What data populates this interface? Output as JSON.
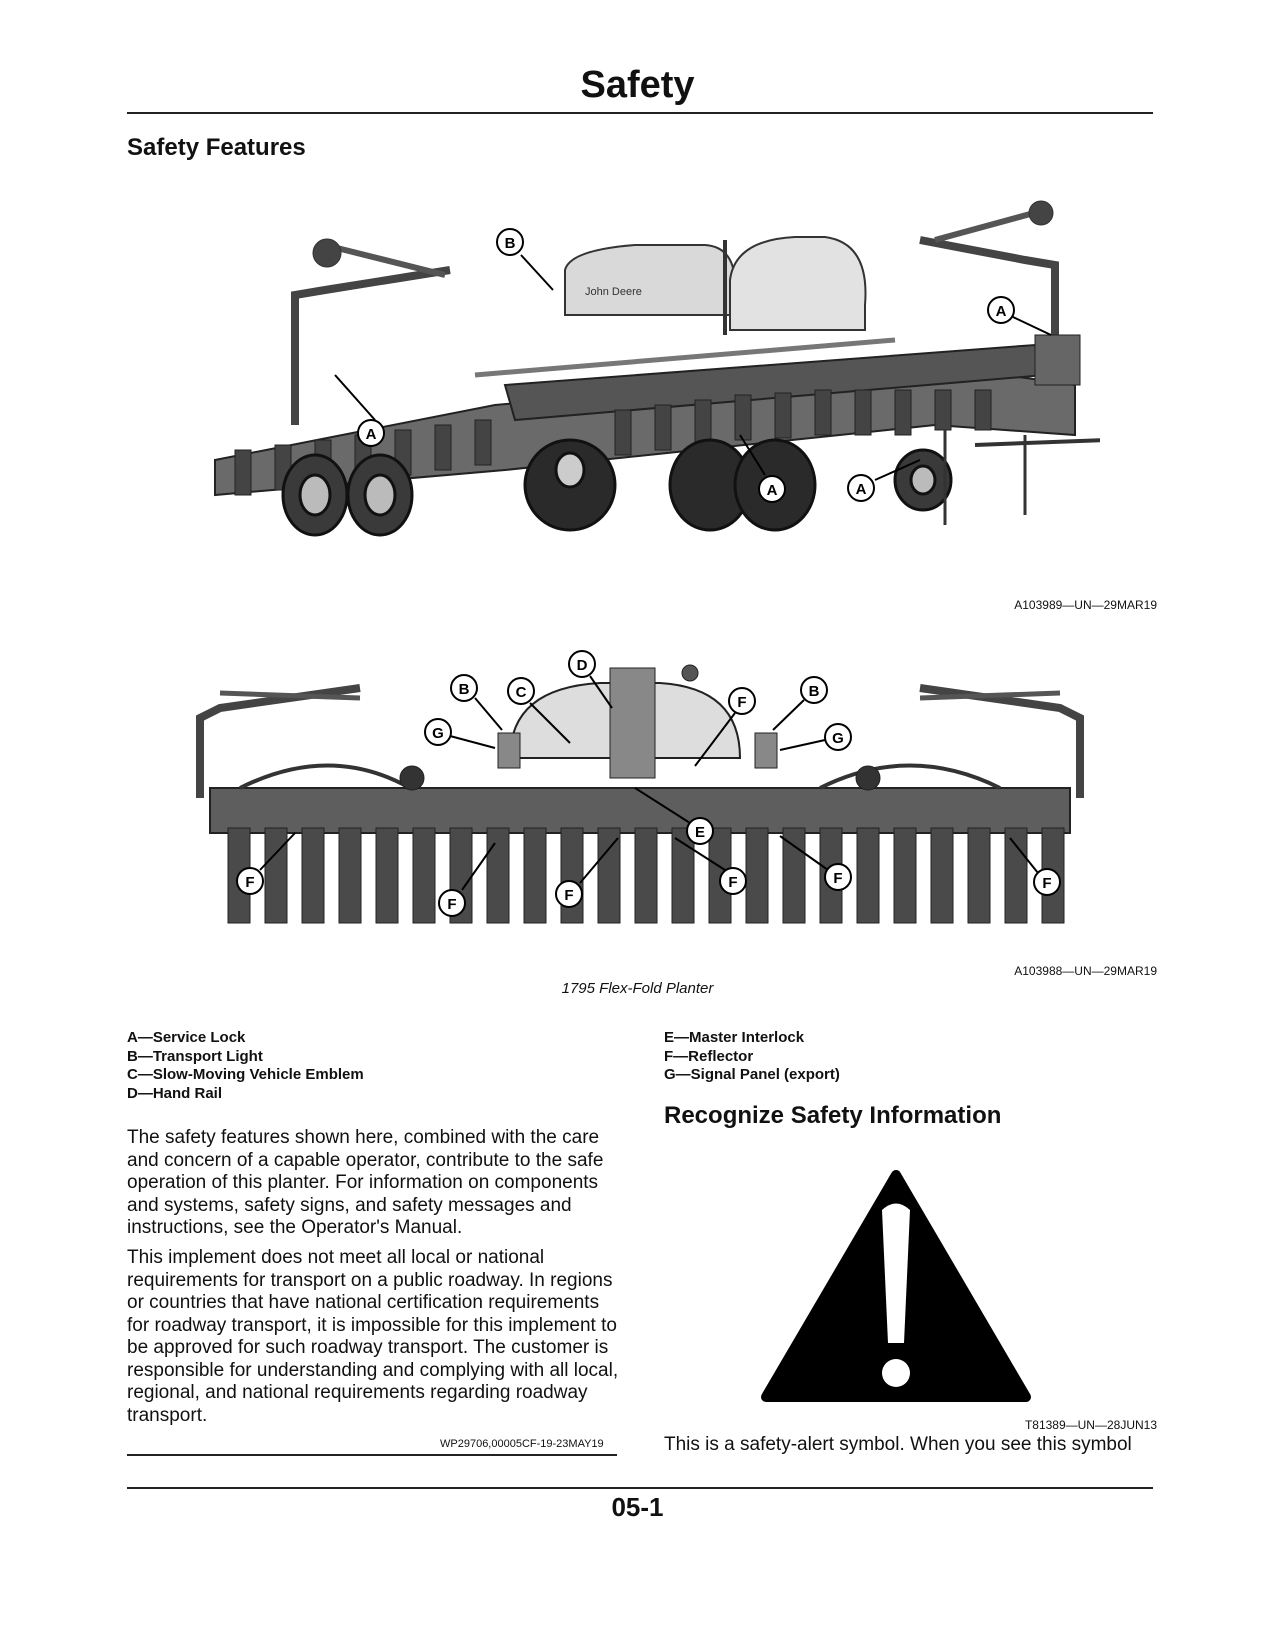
{
  "header": {
    "title": "Safety"
  },
  "section1": {
    "heading": "Safety Features"
  },
  "figure1": {
    "id": "A103989—UN—29MAR19",
    "brand": "John Deere",
    "callouts": [
      "B",
      "A",
      "A",
      "A",
      "A"
    ]
  },
  "figure2": {
    "id": "A103988—UN—29MAR19",
    "caption": "1795 Flex-Fold Planter",
    "callouts": [
      "D",
      "B",
      "C",
      "F",
      "B",
      "G",
      "G",
      "E",
      "F",
      "F",
      "F",
      "F",
      "F",
      "F"
    ]
  },
  "legend": {
    "left": [
      "A—Service Lock",
      "B—Transport Light",
      "C—Slow-Moving Vehicle Emblem",
      "D—Hand Rail"
    ],
    "right": [
      "E—Master Interlock",
      "F—Reflector",
      "G—Signal Panel (export)"
    ]
  },
  "body": {
    "p1": "The safety features shown here, combined with the care and concern of a capable operator, contribute to the safe operation of this planter. For information on components and systems, safety signs, and safety messages and instructions, see the Operator's Manual.",
    "p2": "This implement does not meet all local or national requirements for transport on a public roadway. In regions or countries that have national certification requirements for roadway transport, it is impossible for this implement to be approved for such roadway transport. The customer is responsible for understanding and complying with all local, regional, and national requirements regarding roadway transport.",
    "doc_id": "WP29706,00005CF-19-23MAY19"
  },
  "section2": {
    "heading": "Recognize Safety Information",
    "figure_id": "T81389—UN—28JUN13",
    "text": "This is a safety-alert symbol. When you see this symbol"
  },
  "footer": {
    "page": "05-1"
  }
}
